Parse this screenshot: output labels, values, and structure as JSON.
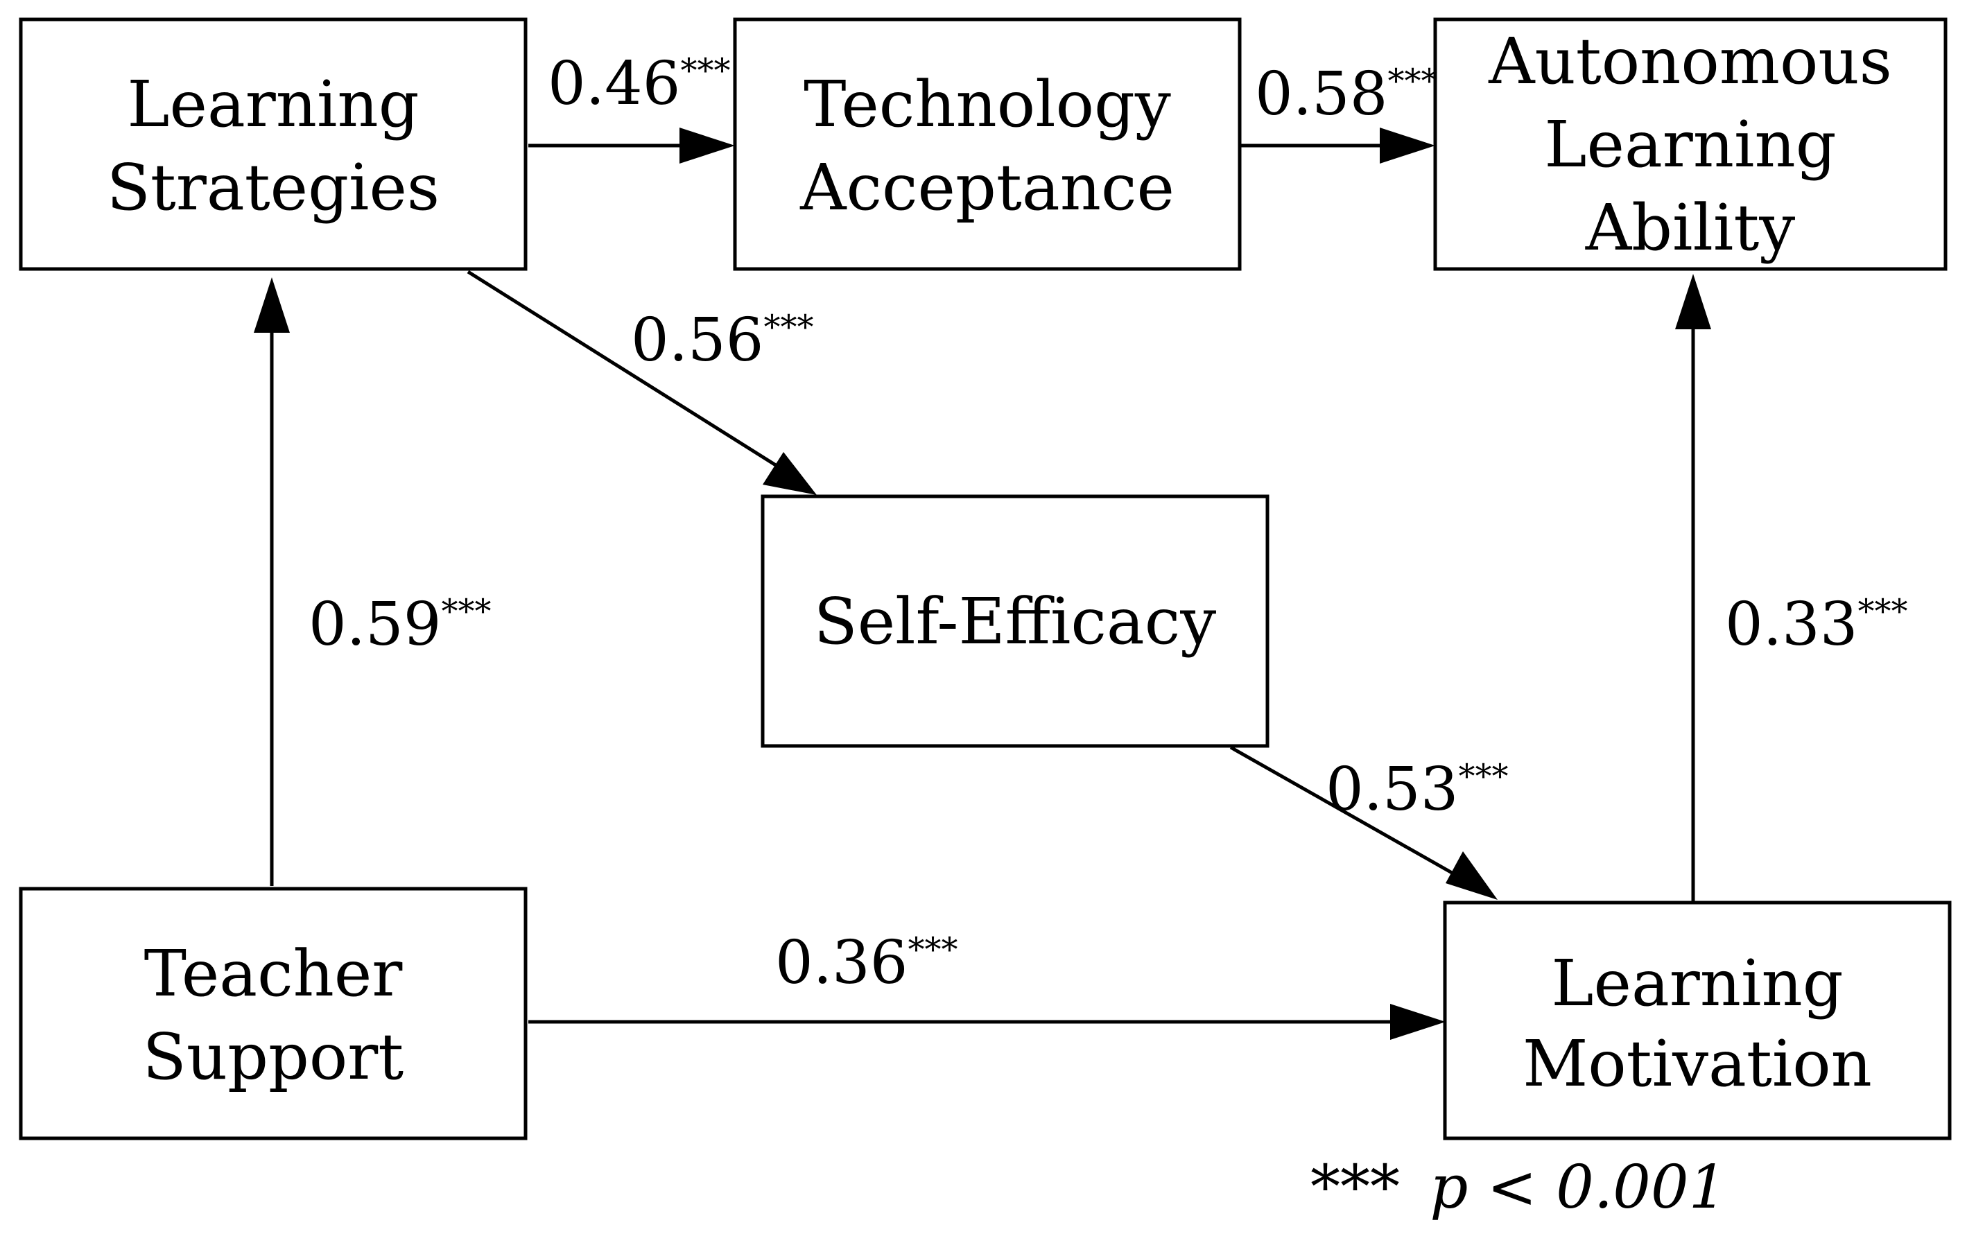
{
  "nodes": {
    "learning_strategies": {
      "lines": [
        "Learning",
        "Strategies"
      ]
    },
    "technology_acceptance": {
      "lines": [
        "Technology",
        "Acceptance"
      ]
    },
    "autonomous_learning_ability": {
      "lines": [
        "Autonomous",
        "Learning",
        "Ability"
      ]
    },
    "self_efficacy": {
      "lines": [
        "Self-Efficacy"
      ]
    },
    "teacher_support": {
      "lines": [
        "Teacher",
        "Support"
      ]
    },
    "learning_motivation": {
      "lines": [
        "Learning",
        "Motivation"
      ]
    }
  },
  "edges": {
    "ls_to_ta": {
      "from": "Learning Strategies",
      "to": "Technology Acceptance",
      "coefficient": "0.46",
      "significance": "***"
    },
    "ta_to_ala": {
      "from": "Technology Acceptance",
      "to": "Autonomous Learning Ability",
      "coefficient": "0.58",
      "significance": "***"
    },
    "ls_to_se": {
      "from": "Learning Strategies",
      "to": "Self-Efficacy",
      "coefficient": "0.56",
      "significance": "***"
    },
    "ts_to_ls": {
      "from": "Teacher Support",
      "to": "Learning Strategies",
      "coefficient": "0.59",
      "significance": "***"
    },
    "se_to_lm": {
      "from": "Self-Efficacy",
      "to": "Learning Motivation",
      "coefficient": "0.53",
      "significance": "***"
    },
    "lm_to_ala": {
      "from": "Learning Motivation",
      "to": "Autonomous Learning Ability",
      "coefficient": "0.33",
      "significance": "***"
    },
    "ts_to_lm": {
      "from": "Teacher Support",
      "to": "Learning Motivation",
      "coefficient": "0.36",
      "significance": "***"
    }
  },
  "footnote": {
    "stars": "***",
    "text": "p < 0.001"
  }
}
